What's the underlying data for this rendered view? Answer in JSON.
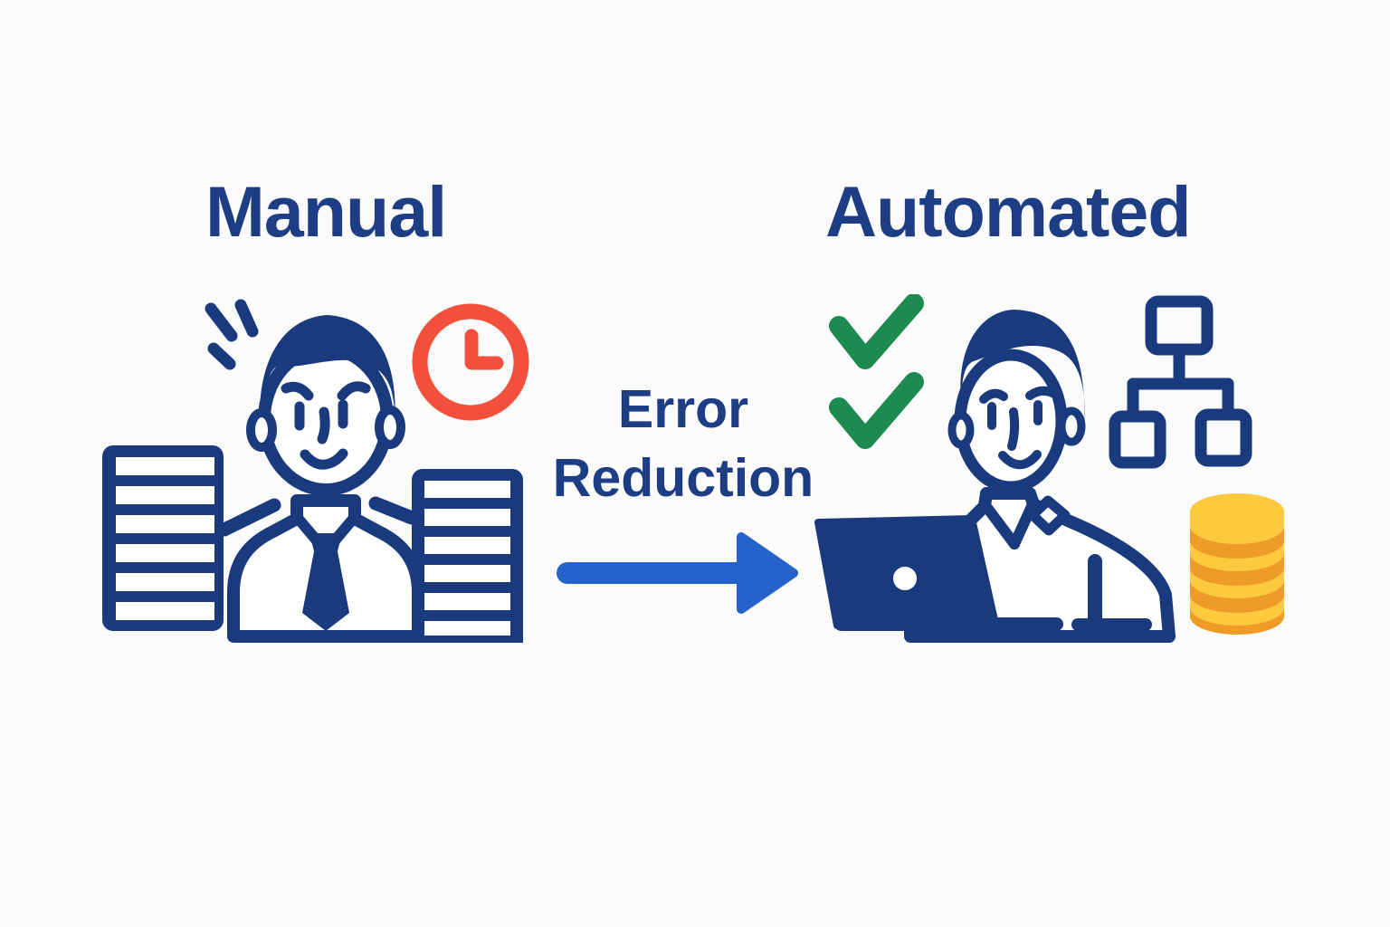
{
  "colors": {
    "navy": "#1a3a7e",
    "heading": "#1d3d85",
    "arrow_blue": "#2563cb",
    "check_green": "#1d8a50",
    "clock_red": "#f2503c",
    "coin_yellow": "#fdc93e",
    "coin_orange": "#ef9b28",
    "background": "#fbfbfb",
    "white": "#ffffff"
  },
  "left_panel": {
    "heading": "Manual",
    "icons": [
      {
        "name": "stress-marks-icon"
      },
      {
        "name": "worried-worker-icon"
      },
      {
        "name": "clock-icon"
      },
      {
        "name": "document-stack-left-icon"
      },
      {
        "name": "document-stack-right-icon"
      }
    ]
  },
  "center": {
    "line1": "Error",
    "line2": "Reduction",
    "arrow_icon": "right-arrow-icon"
  },
  "right_panel": {
    "heading": "Automated",
    "icons": [
      {
        "name": "checkmark-icon"
      },
      {
        "name": "checkmark-icon"
      },
      {
        "name": "worker-at-laptop-icon"
      },
      {
        "name": "org-chart-icon"
      },
      {
        "name": "coin-stack-icon"
      }
    ]
  }
}
